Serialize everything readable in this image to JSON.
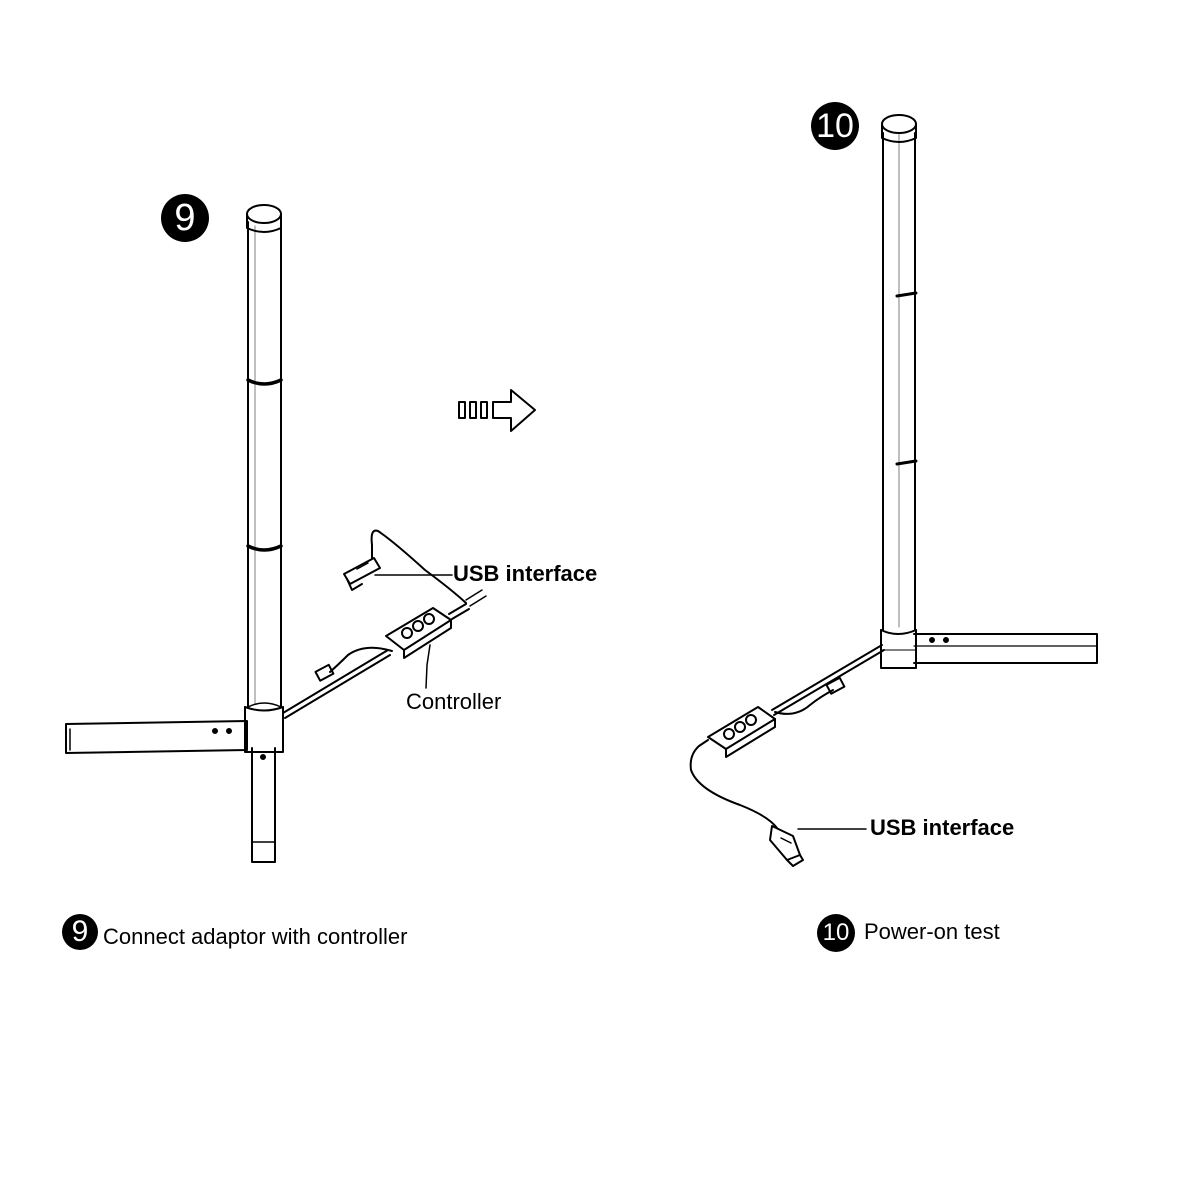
{
  "steps": [
    {
      "number": "9",
      "caption": "Connect adaptor with controller",
      "callouts": {
        "usb": "USB interface",
        "controller": "Controller"
      }
    },
    {
      "number": "10",
      "caption": "Power-on test",
      "callouts": {
        "usb": "USB interface"
      }
    }
  ],
  "icons": {
    "transition": "right-arrow-icon",
    "lamp": "floor-lamp-icon",
    "controller": "controller-box-icon",
    "usb": "usb-plug-icon"
  },
  "colors": {
    "ink": "#000000",
    "badge_text": "#ffffff",
    "background": "#ffffff"
  }
}
